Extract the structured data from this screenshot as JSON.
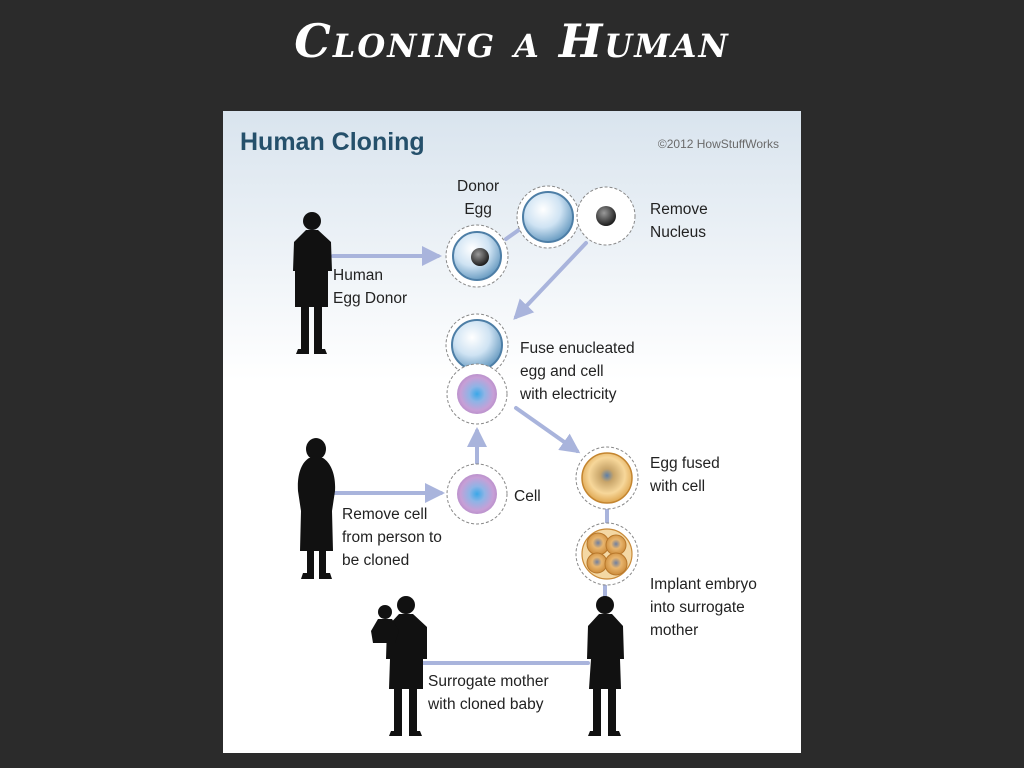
{
  "slide": {
    "title": "Cloning a Human"
  },
  "panel": {
    "title": "Human Cloning",
    "credit": "©2012 HowStuffWorks"
  },
  "labels": {
    "donor_egg": [
      "Donor",
      "Egg"
    ],
    "remove_nucleus": [
      "Remove",
      "Nucleus"
    ],
    "human_egg_donor": [
      "Human",
      "Egg Donor"
    ],
    "fuse": [
      "Fuse enucleated",
      "egg and cell",
      "with electricity"
    ],
    "egg_fused": [
      "Egg fused",
      "with cell"
    ],
    "cell": [
      "Cell"
    ],
    "remove_cell": [
      "Remove cell",
      "from person to",
      "be cloned"
    ],
    "implant": [
      "Implant embryo",
      "into surrogate",
      "mother"
    ],
    "surrogate": [
      "Surrogate mother",
      "with cloned baby"
    ]
  },
  "colors": {
    "arrow": "#a9b4dc",
    "heading": "#25506b",
    "silhouette": "#111111",
    "background": "#2b2b2b"
  }
}
